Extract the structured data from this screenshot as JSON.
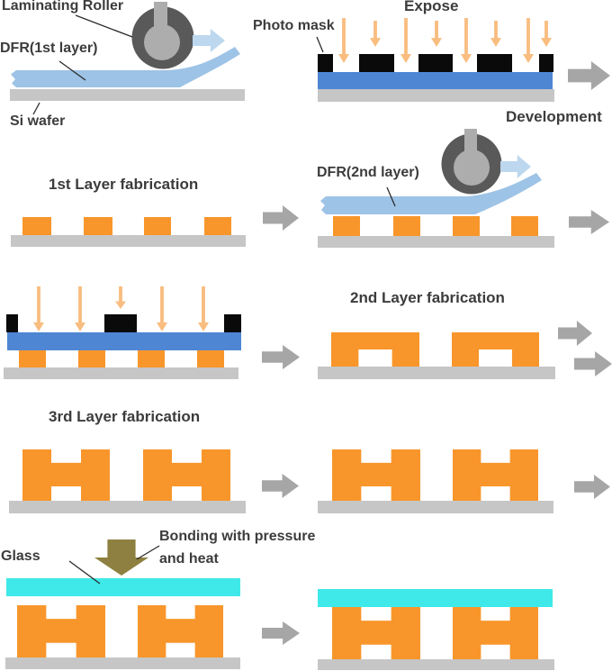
{
  "colors": {
    "background": "#FFFFFF",
    "text": "#3C3C3C",
    "orange": "#F8962B",
    "substrate_gray": "#C6C6C6",
    "flow_arrow_gray": "#A6A6A6",
    "roller_dark": "#595959",
    "roller_light": "#ADADAD",
    "film_blue": "#9DC3E6",
    "lamination_arrow_blue": "#BDD7EE",
    "resist_blue": "#4E86D4",
    "mask_black": "#0A0A0A",
    "uv_arrow_orange": "#F9BD80",
    "glass_cyan": "#3FE9E9",
    "bond_arrow_olive": "#8E8040",
    "pointer_line": "#2B2B2B"
  },
  "steps": {
    "lamination1": {
      "roller_label": "Laminating Roller",
      "film_label": "DFR(1st layer)",
      "wafer_label": "Si wafer"
    },
    "expose1": {
      "title": "Expose",
      "mask_label": "Photo mask"
    },
    "development": {
      "title": "Development"
    },
    "layer1": {
      "title": "1st Layer fabrication"
    },
    "lamination2": {
      "film_label": "DFR(2nd layer)"
    },
    "layer2": {
      "title": "2nd Layer fabrication"
    },
    "layer3": {
      "title": "3rd Layer fabrication"
    },
    "bonding": {
      "glass_label": "Glass",
      "caption_line1": "Bonding with pressure",
      "caption_line2": "and heat"
    }
  }
}
